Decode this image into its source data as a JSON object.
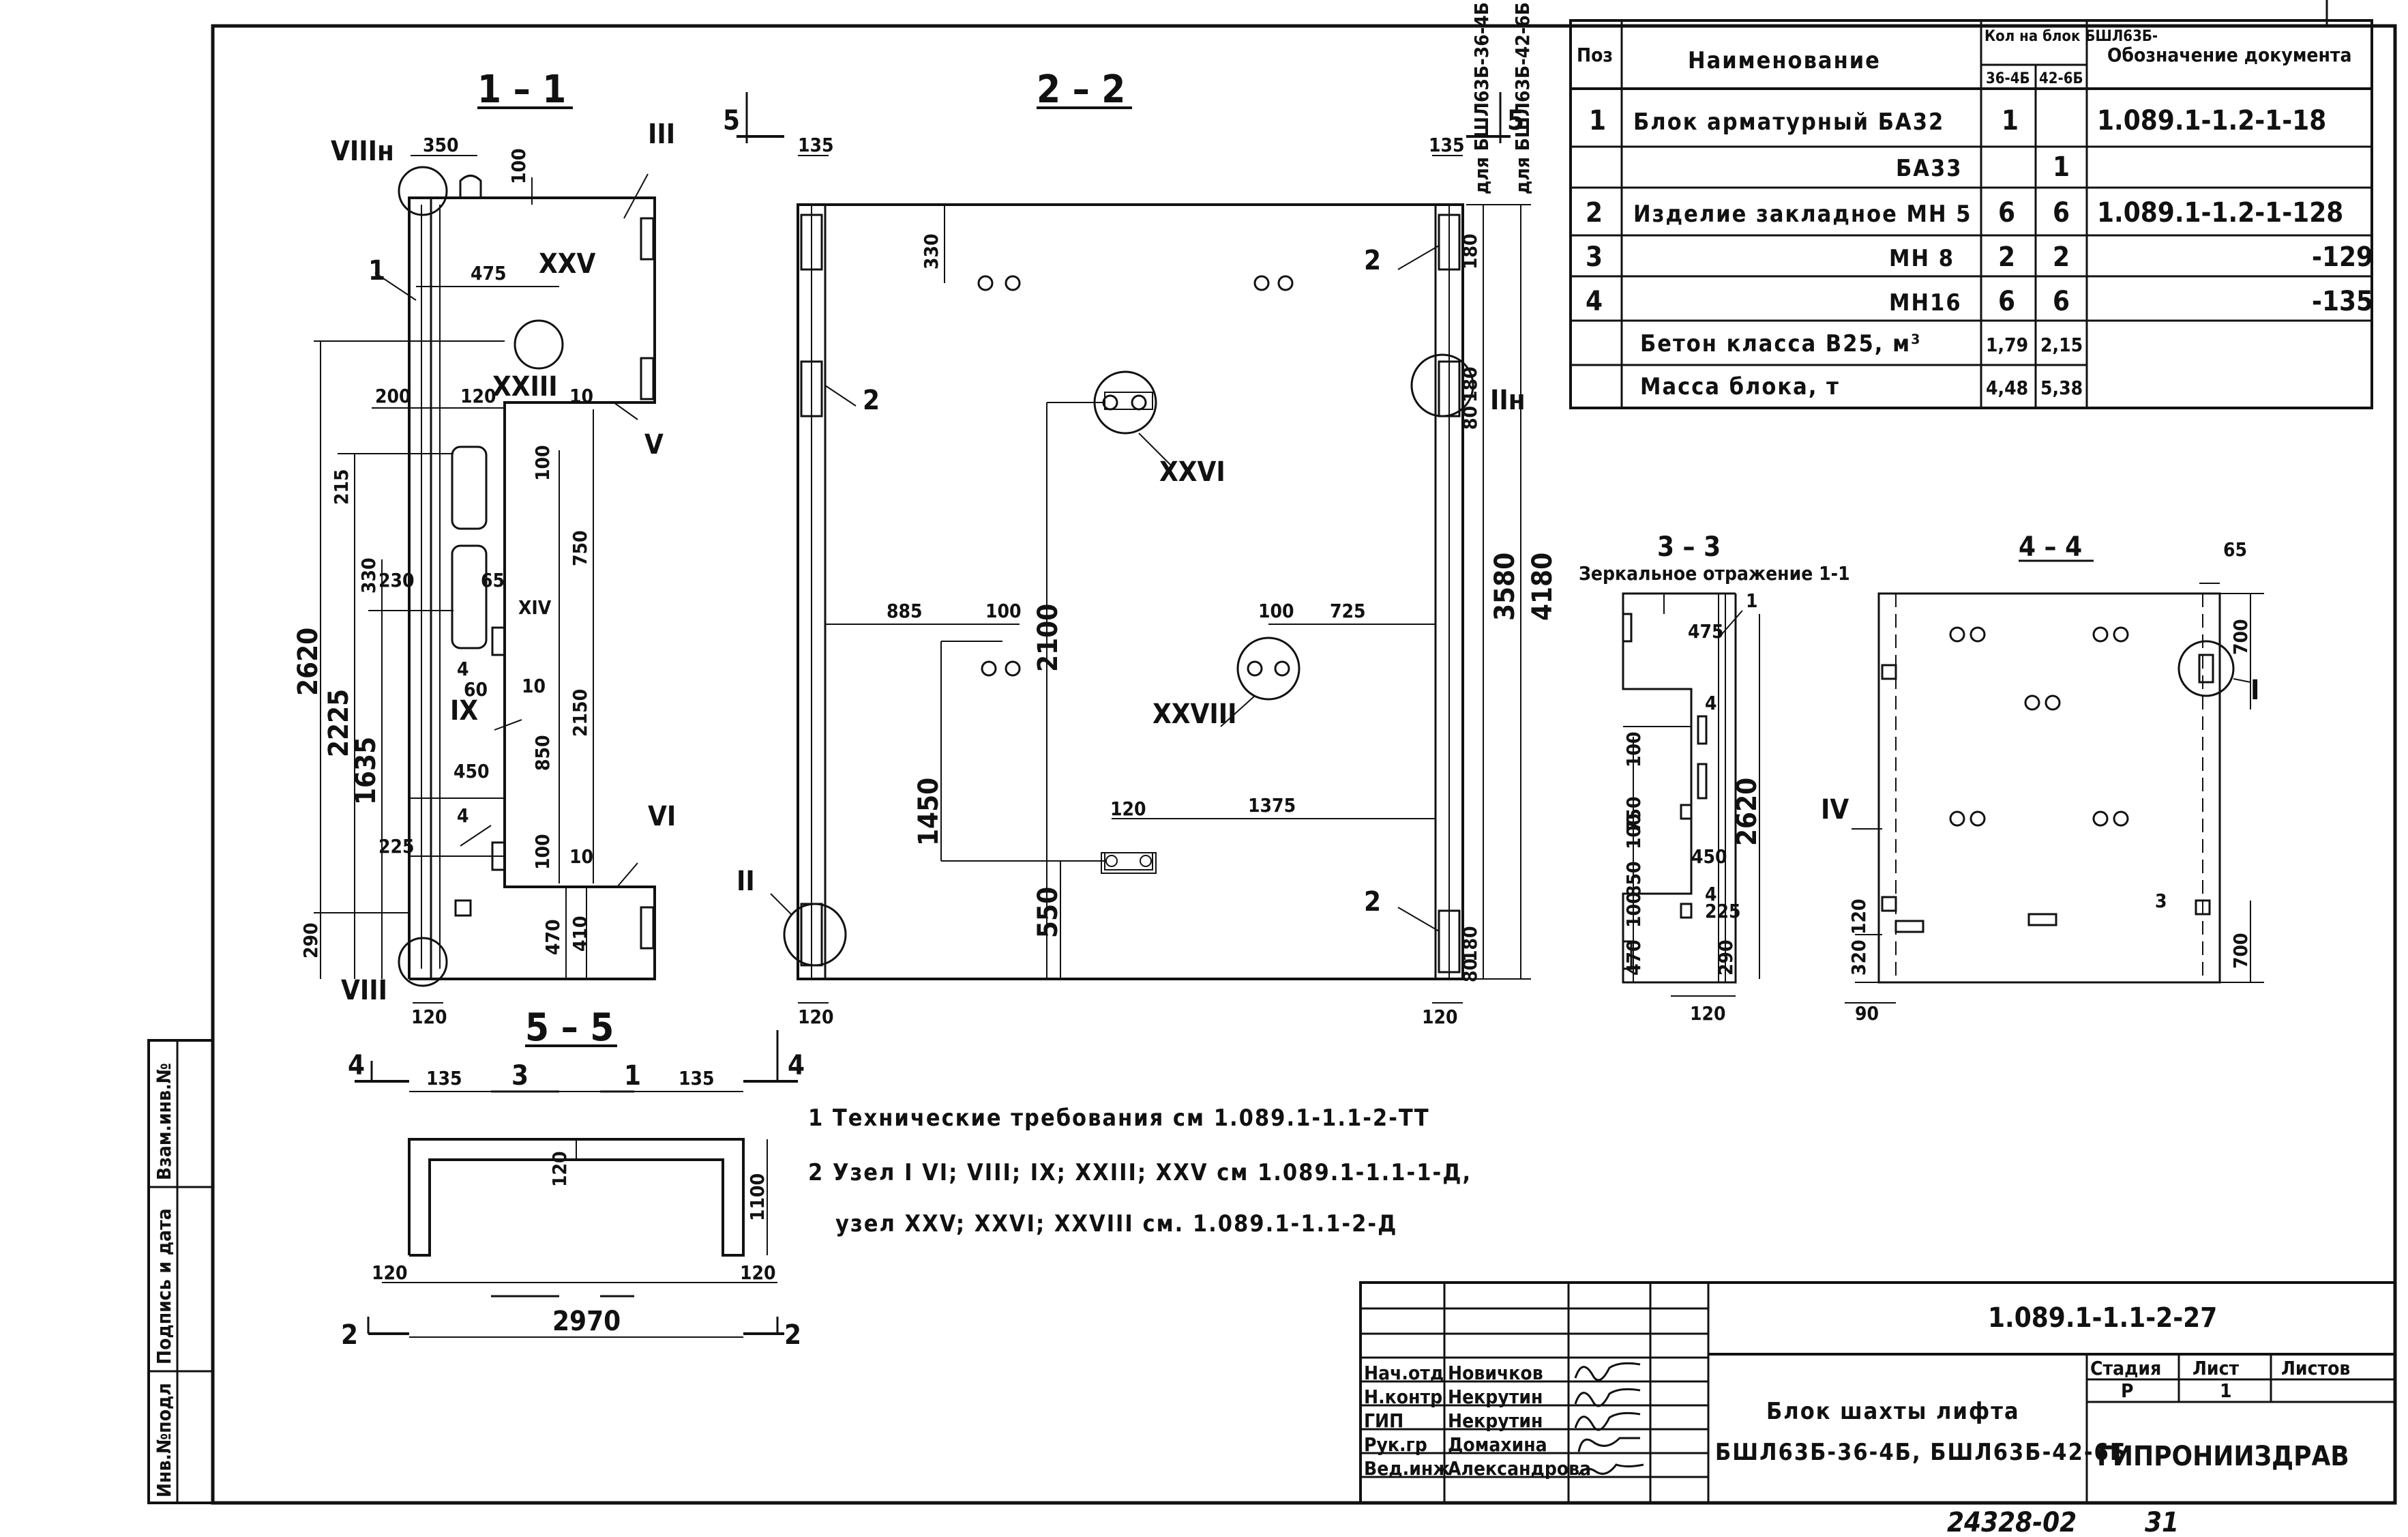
{
  "sections": {
    "s11": "1 – 1",
    "s22": "2 – 2",
    "s33": "3 – 3",
    "s44": "4 – 4",
    "s55": "5 – 5",
    "mirror_note": "Зеркальное отражение 1-1"
  },
  "vertical_labels": [
    "для БШЛ63Б-36-4Б",
    "для БШЛ63Б-42-6Б"
  ],
  "spec_table": {
    "header": {
      "pos": "Поз",
      "name": "Наименование",
      "qty": "Кол на блок БШЛ63Б-",
      "qty_a": "36-4Б",
      "qty_b": "42-6Б",
      "doc": "Обозначение документа"
    },
    "rows": [
      {
        "pos": "1",
        "name": "Блок арматурный БА32",
        "a": "1",
        "b": "",
        "doc": "1.089.1-1.2-1-18"
      },
      {
        "pos": "",
        "name": "БА33",
        "a": "",
        "b": "1",
        "doc": ""
      },
      {
        "pos": "2",
        "name": "Изделие закладное МН 5",
        "a": "6",
        "b": "6",
        "doc": "1.089.1-1.2-1-128"
      },
      {
        "pos": "3",
        "name": "МН 8",
        "a": "2",
        "b": "2",
        "doc": "-129"
      },
      {
        "pos": "4",
        "name": "МН16",
        "a": "6",
        "b": "6",
        "doc": "-135"
      },
      {
        "pos": "",
        "name": "Бетон класса В25, м³",
        "a": "1,79",
        "b": "2,15",
        "doc": ""
      },
      {
        "pos": "",
        "name": "Масса блока, т",
        "a": "4,48",
        "b": "5,38",
        "doc": ""
      }
    ]
  },
  "notes": {
    "n1": "1 Технические требования см 1.089.1-1.1-2-ТТ",
    "n2": "2 Узел I  VI; VIII; IX; XXIII; XXV  см 1.089.1-1.1-1-Д,",
    "n3": "узел XXV; XXVI; XXVIII  см. 1.089.1-1.1-2-Д"
  },
  "title_block": {
    "code": "1.089.1-1.1-2-27",
    "title1": "Блок шахты лифта",
    "title2": "БШЛ63Б-36-4Б, БШЛ63Б-42-6Б",
    "stage_h": "Стадия",
    "sheet_h": "Лист",
    "sheets_h": "Листов",
    "stage": "Р",
    "sheet": "1",
    "sheets": "",
    "org": "ГИПРОНИИЗДРАВ",
    "people": [
      {
        "role": "Нач.отд",
        "name": "Новичков"
      },
      {
        "role": "Н.контр",
        "name": "Некрутин"
      },
      {
        "role": "ГИП",
        "name": "Некрутин"
      },
      {
        "role": "Рук.гр",
        "name": "Домахина"
      },
      {
        "role": "Вед.инж",
        "name": "Александрова"
      }
    ]
  },
  "side_stamp": [
    "Инв.№подл",
    "Подпись и дата",
    "Взам.инв.№"
  ],
  "footer": {
    "number": "24328-02",
    "page": "31"
  },
  "dims": {
    "d350": "350",
    "d100a": "100",
    "d475": "475",
    "d200": "200",
    "d120a": "120",
    "d10a": "10",
    "d215": "215",
    "d330a": "330",
    "d230": "230",
    "d750": "750",
    "d65": "65",
    "d2620": "2620",
    "d2225": "2225",
    "d1635": "1635",
    "d2150": "2150",
    "d60": "60",
    "d10b": "10",
    "d450": "450",
    "d850": "850",
    "d225": "225",
    "d10c": "10",
    "d100b": "100",
    "d290": "290",
    "d470": "470",
    "d410": "410",
    "d120b": "120",
    "d100c": "100",
    "e135a": "135",
    "e135b": "135",
    "e330": "330",
    "e180a": "180",
    "e180b": "180",
    "e80a": "80",
    "e3580": "3580",
    "e4180": "4180",
    "e885": "885",
    "e100a": "100",
    "e100b": "100",
    "e725": "725",
    "e2100": "2100",
    "e1450": "1450",
    "e120": "120",
    "e1375": "1375",
    "e550": "550",
    "e180c": "180",
    "e80b": "80",
    "e120b": "120",
    "e120c": "120",
    "f475": "475",
    "f100": "100",
    "f750": "750",
    "f850": "850",
    "f100b": "100",
    "f450": "450",
    "f100c": "100",
    "f470": "470",
    "f225": "225",
    "f290": "290",
    "f2620": "2620",
    "f120": "120",
    "g65": "65",
    "g700a": "700",
    "g320": "320",
    "g700b": "700",
    "g90": "90",
    "g120": "120",
    "h135a": "135",
    "h135b": "135",
    "h120": "120",
    "h1100": "1100",
    "h120b": "120",
    "h120c": "120",
    "h2970": "2970"
  },
  "nodes": {
    "VIIIн": "VIIIн",
    "III": "III",
    "XXV": "XXV",
    "XXIII": "XXIII",
    "V": "V",
    "XIV": "XIV",
    "IX": "IX",
    "VI": "VI",
    "VIII": "VIII",
    "IIн": "IIн",
    "XXVI": "XXVI",
    "XXVIII": "XXVIII",
    "II": "II",
    "I": "I",
    "IV": "IV"
  },
  "pos": {
    "p1": "1",
    "p2a": "2",
    "p2b": "2",
    "p2c": "2",
    "p4a": "4",
    "p4b": "4",
    "p3": "3",
    "p4c": "4",
    "p4d": "4",
    "p1b": "1",
    "p3b": "3",
    "p1c": "1"
  },
  "cuts": {
    "c5a": "5",
    "c5b": "5",
    "c4a": "4",
    "c4b": "4",
    "c2a": "2",
    "c2b": "2"
  }
}
